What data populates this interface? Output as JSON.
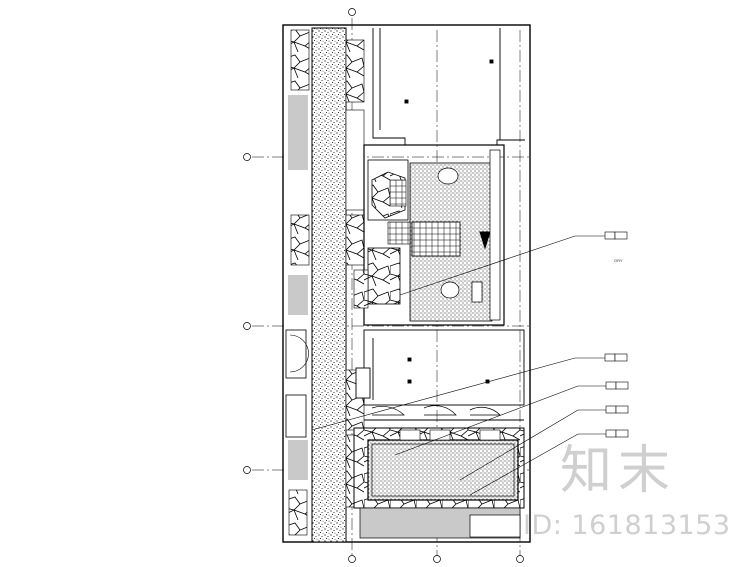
{
  "watermark": {
    "logo_text": "知末",
    "id_text": "ID: 161813153"
  },
  "drawing": {
    "tag_text": "GRY"
  }
}
